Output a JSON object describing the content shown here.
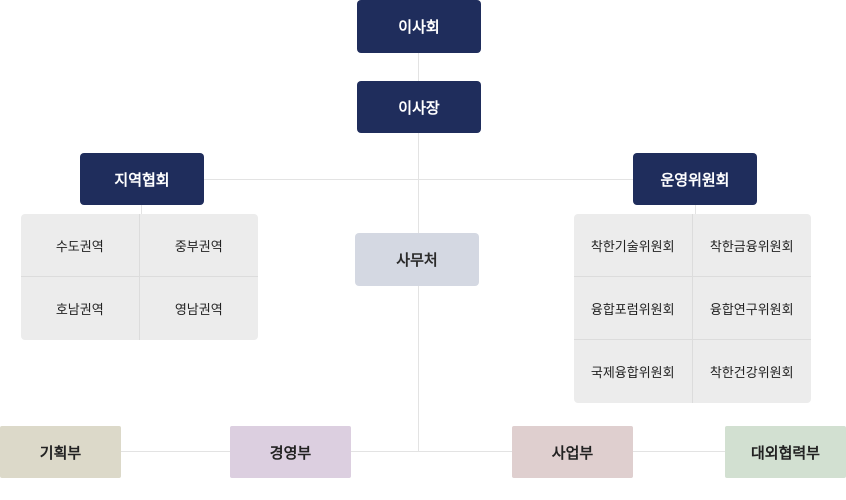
{
  "top": {
    "board": "이사회",
    "chairman": "이사장"
  },
  "regional": {
    "title": "지역협회",
    "cells": [
      "수도권역",
      "중부권역",
      "호남권역",
      "영남권역"
    ]
  },
  "committee": {
    "title": "운영위원회",
    "cells": [
      "착한기술위원회",
      "착한금융위원회",
      "융합포럼위원회",
      "융합연구위원회",
      "국제융합위원회",
      "착한건강위원회"
    ]
  },
  "secretariat": "사무처",
  "departments": [
    {
      "label": "기획부",
      "color": "#dcd9c9"
    },
    {
      "label": "경영부",
      "color": "#dccfe0"
    },
    {
      "label": "사업부",
      "color": "#dfcfcf"
    },
    {
      "label": "대외협력부",
      "color": "#d2e0d1"
    }
  ],
  "colors": {
    "navy": "#1f2d5c",
    "line": "#e3e3e3",
    "secretariat": "#d4d8e2",
    "panel": "#ececec"
  }
}
